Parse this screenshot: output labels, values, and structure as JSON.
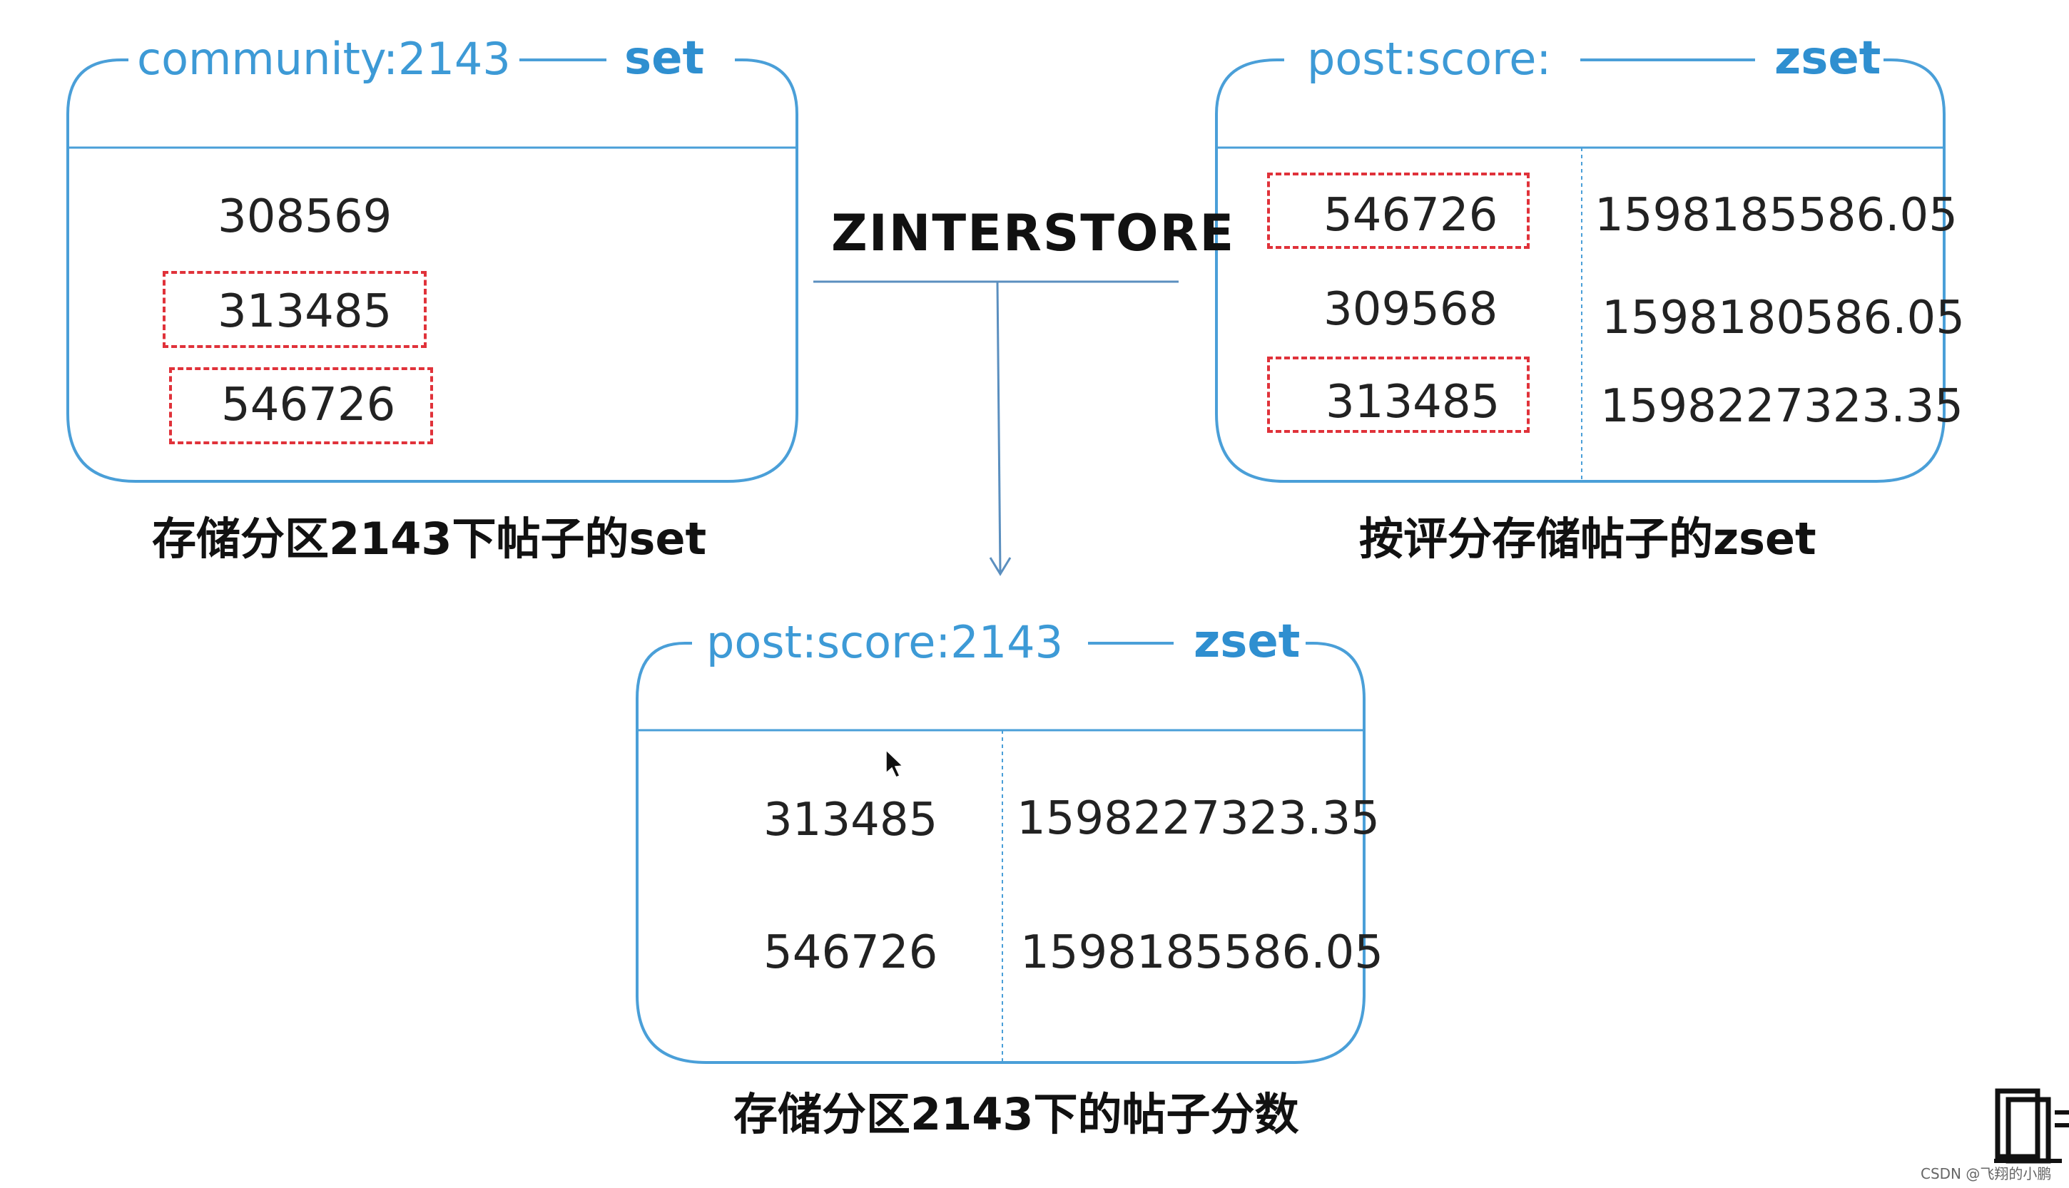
{
  "left_box": {
    "title": "community:2143",
    "type": "set",
    "members": [
      "308569",
      "313485",
      "546726"
    ],
    "caption": "存储分区2143下帖子的set"
  },
  "right_box": {
    "title": "post:score:",
    "type": "zset",
    "members": [
      "546726",
      "309568",
      "313485"
    ],
    "scores": [
      "1598185586.05",
      "1598180586.05",
      "1598227323.35"
    ],
    "caption": "按评分存储帖子的zset"
  },
  "operation": {
    "label": "ZINTERSTORE"
  },
  "result_box": {
    "title": "post:score:2143",
    "type": "zset",
    "members": [
      "313485",
      "546726"
    ],
    "scores": [
      "1598227323.35",
      "1598185586.05"
    ],
    "caption": "存储分区2143下的帖子分数"
  },
  "colors": {
    "box_border": "#4a9fd8",
    "title_text": "#3d9ad6",
    "highlight_dash": "#e0323a",
    "arrow": "#5b8fbf"
  },
  "watermark": "CSDN @飞翔的小鹏"
}
